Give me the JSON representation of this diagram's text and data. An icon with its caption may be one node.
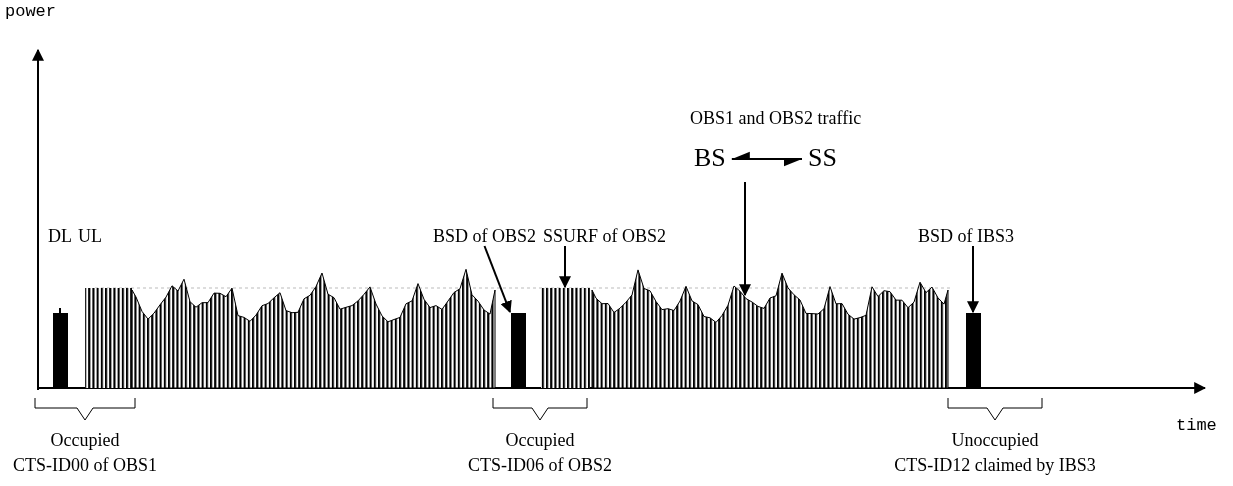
{
  "diagram": {
    "nodes": [
      {
        "text": [
          "OBS1 and OBS2 traffic"
        ]
      },
      {
        "text": [
          "BS"
        ],
        "in": 0
      },
      {
        "text": [
          "SS"
        ],
        "in": 0
      },
      {
        "text": [
          "BSD of OBS2"
        ]
      },
      {
        "text": [
          "SSURF of OBS2"
        ]
      },
      {
        "text": [
          "BSD of IBS3"
        ]
      },
      {
        "text": [],
        "shape": "bar"
      },
      {
        "text": [],
        "shape": "bar"
      },
      {
        "text": [],
        "shape": "bar"
      },
      {
        "text": [],
        "shape": "bar"
      },
      {
        "text": [],
        "shape": "bar"
      },
      {
        "text": [],
        "shape": "bar"
      },
      {
        "text": [],
        "shape": "bar"
      }
    ],
    "edges": [
      {
        "from": 1,
        "to": 2,
        "arrow": "both"
      },
      {
        "from": 3,
        "to": 9,
        "arrow": "to"
      },
      {
        "from": 4,
        "to": 10,
        "arrow": "to"
      },
      {
        "from": 0,
        "to": 11,
        "arrow": "to"
      },
      {
        "from": 5,
        "to": 12,
        "arrow": "to"
      }
    ],
    "labels": [
      "power",
      "DL",
      "UL",
      "time",
      "Occupied",
      "CTS-ID00 of OBS1",
      "Occupied",
      "CTS-ID06 of OBS2",
      "Unoccupied",
      "CTS-ID12 claimed by IBS3"
    ]
  }
}
